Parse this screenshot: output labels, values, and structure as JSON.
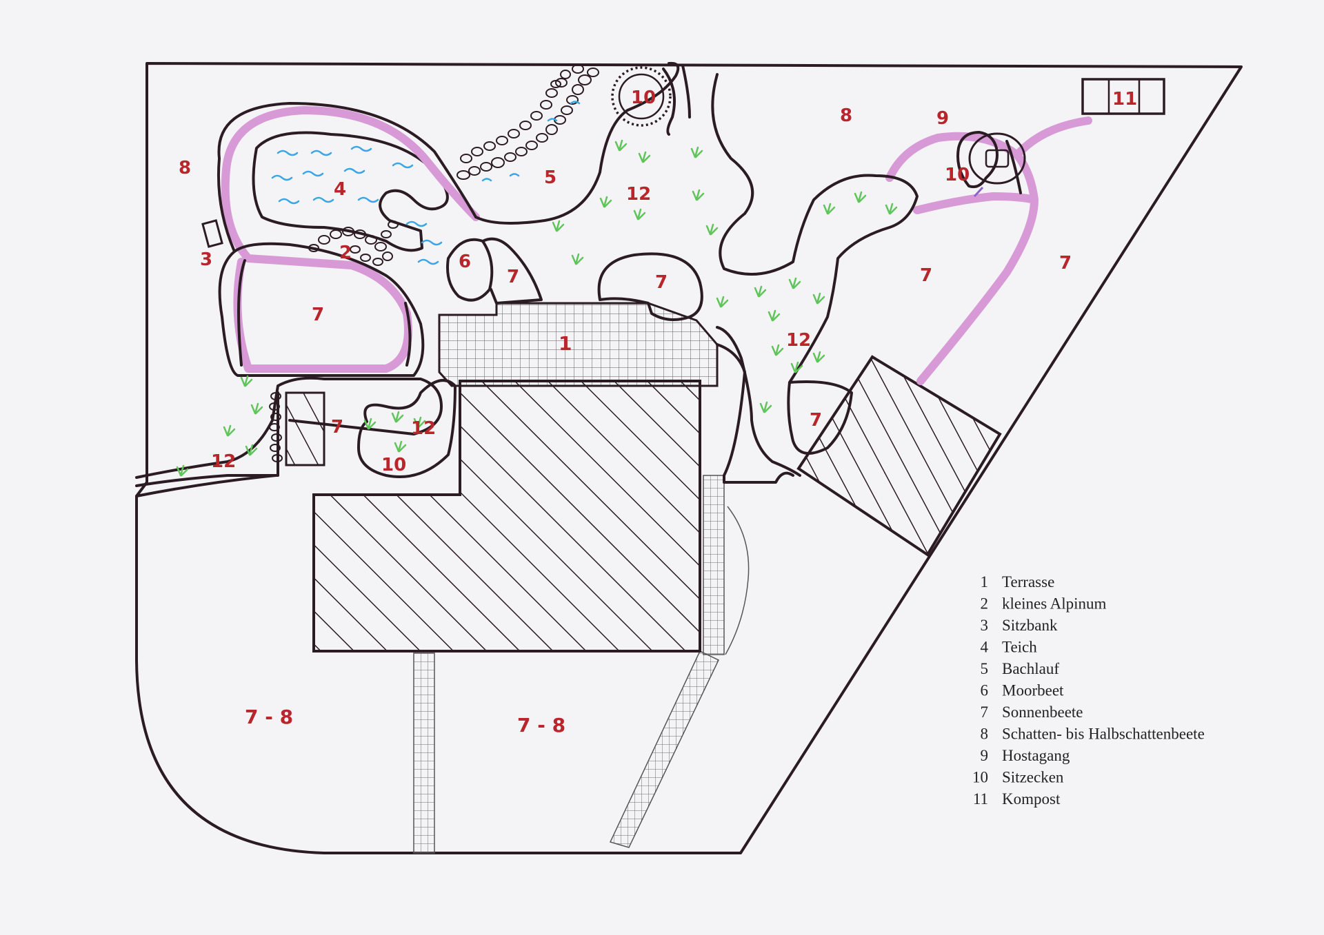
{
  "plan": {
    "zone_labels": {
      "terrasse": "1",
      "alpinum": "2",
      "sitzbank": "3",
      "teich": "4",
      "bachlauf": "5",
      "moorbeet": "6",
      "sonnen_a": "7",
      "sonnen_b": "7",
      "sonnen_c": "7",
      "sonnen_d": "7",
      "sonnen_e": "7",
      "sonnen_f": "7",
      "sonnen_g": "7",
      "schatten_a": "8",
      "schatten_b": "8",
      "hostagang": "9",
      "sitzecke_a": "10",
      "sitzecke_b": "10",
      "sitzecke_c": "10",
      "kompost": "11",
      "wiese_a": "12",
      "wiese_b": "12",
      "wiese_c": "12",
      "wiese_d": "12",
      "mix_a": "7 - 8",
      "mix_b": "7 - 8"
    }
  },
  "legend": [
    {
      "num": "1",
      "label": "Terrasse"
    },
    {
      "num": "2",
      "label": "kleines Alpinum"
    },
    {
      "num": "3",
      "label": "Sitzbank"
    },
    {
      "num": "4",
      "label": "Teich"
    },
    {
      "num": "5",
      "label": "Bachlauf"
    },
    {
      "num": "6",
      "label": "Moorbeet"
    },
    {
      "num": "7",
      "label": "Sonnenbeete"
    },
    {
      "num": "8",
      "label": "Schatten- bis Halbschattenbeete"
    },
    {
      "num": "9",
      "label": "Hostagang"
    },
    {
      "num": "10",
      "label": "Sitzecken"
    },
    {
      "num": "11",
      "label": "Kompost"
    }
  ],
  "colors": {
    "ink": "#2b1b22",
    "label_red": "#b8262b",
    "path_pink": "#d79ad6",
    "water_blue": "#3aa6e6",
    "grass_green": "#5fc55a"
  }
}
